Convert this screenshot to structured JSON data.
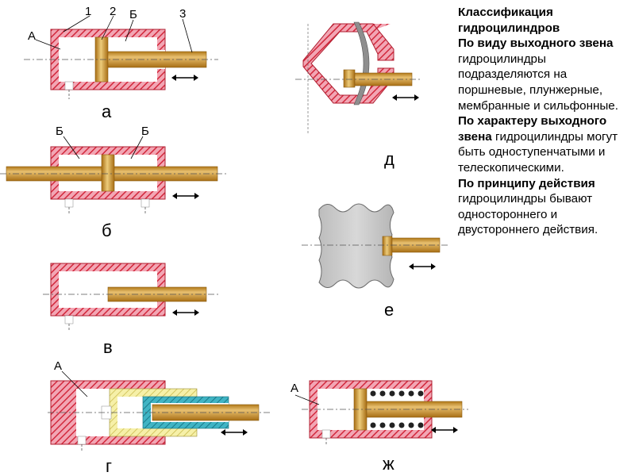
{
  "title": "Классификация гидроцилиндров",
  "colors": {
    "body_hatch": "#d2283c",
    "body_fill": "#f0a0b0",
    "rod": "#c8902a",
    "rod_light": "#e8c070",
    "inner_yellow": "#f4ec9a",
    "inner_teal": "#30a8b8",
    "membrane": "#909090",
    "bellows": "#c8c8c8"
  },
  "figures": {
    "a": {
      "caption": "а",
      "labels": [
        "1",
        "2",
        "Б",
        "3",
        "А"
      ]
    },
    "b": {
      "caption": "б",
      "labels": [
        "Б",
        "Б"
      ]
    },
    "v": {
      "caption": "в"
    },
    "g": {
      "caption": "г",
      "labels": [
        "А"
      ]
    },
    "d": {
      "caption": "д"
    },
    "e": {
      "caption": "е"
    },
    "zh": {
      "caption": "ж",
      "labels": [
        "А"
      ]
    }
  },
  "text": {
    "heading": "Классификация гидроцилиндров",
    "section1_bold": "По виду выходного звена",
    "section1_text": " гидроцилиндры подразделяются на поршневые, плунжерные, мембранные и сильфонные.",
    "section2_bold": "По характеру выходного звена",
    "section2_text": " гидроцилиндры могут быть одноступенчатыми и телескопическими.",
    "section3_bold": "По принципу действия",
    "section3_text": " гидроцилиндры бывают одностороннего и двустороннего действия."
  }
}
